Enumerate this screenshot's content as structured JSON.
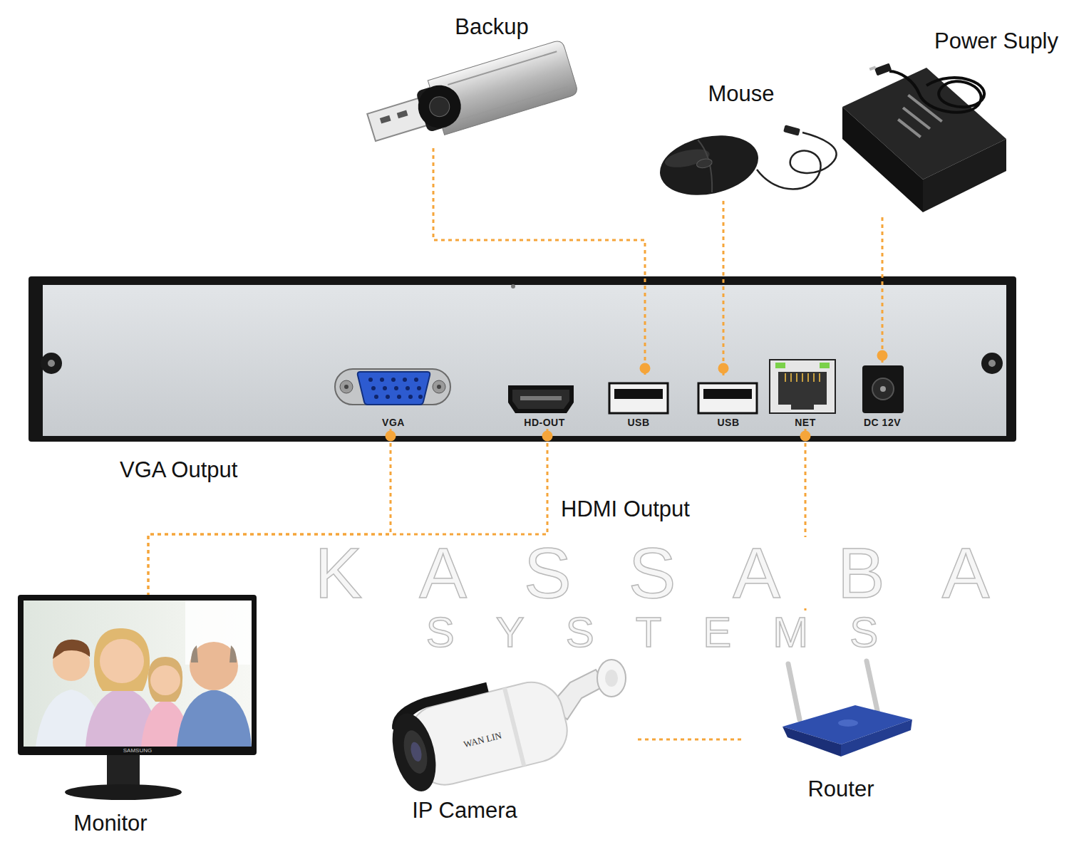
{
  "diagram": {
    "nodes": [
      {
        "text": [
          "Backup"
        ]
      },
      {
        "text": [
          "Power Suply"
        ]
      },
      {
        "text": [
          "Mouse"
        ]
      },
      {
        "text": [
          "VGA"
        ]
      },
      {
        "text": [
          "HD-OUT"
        ]
      },
      {
        "text": [
          "USB"
        ]
      },
      {
        "text": [
          "USB"
        ]
      },
      {
        "text": [
          "NET"
        ]
      },
      {
        "text": [
          "DC 12V"
        ]
      },
      {
        "text": [
          "Monitor"
        ]
      },
      {
        "text": [
          "IP Camera"
        ]
      },
      {
        "text": [
          "Router"
        ]
      }
    ],
    "edges": [
      {
        "from": 0,
        "to": 5,
        "arrow": "none"
      },
      {
        "from": 2,
        "to": 6,
        "arrow": "none"
      },
      {
        "from": 1,
        "to": 8,
        "arrow": "none"
      },
      {
        "from": 3,
        "to": 9,
        "arrow": "none"
      },
      {
        "from": 4,
        "to": 9,
        "arrow": "none"
      },
      {
        "from": 7,
        "to": 11,
        "arrow": "none"
      },
      {
        "from": 10,
        "to": 11,
        "arrow": "none"
      }
    ],
    "labels": [
      "VGA Output",
      "HDMI Output",
      "KASSABA",
      "SYSTEMS",
      "SAMSUNG",
      "WAN LIN"
    ]
  }
}
